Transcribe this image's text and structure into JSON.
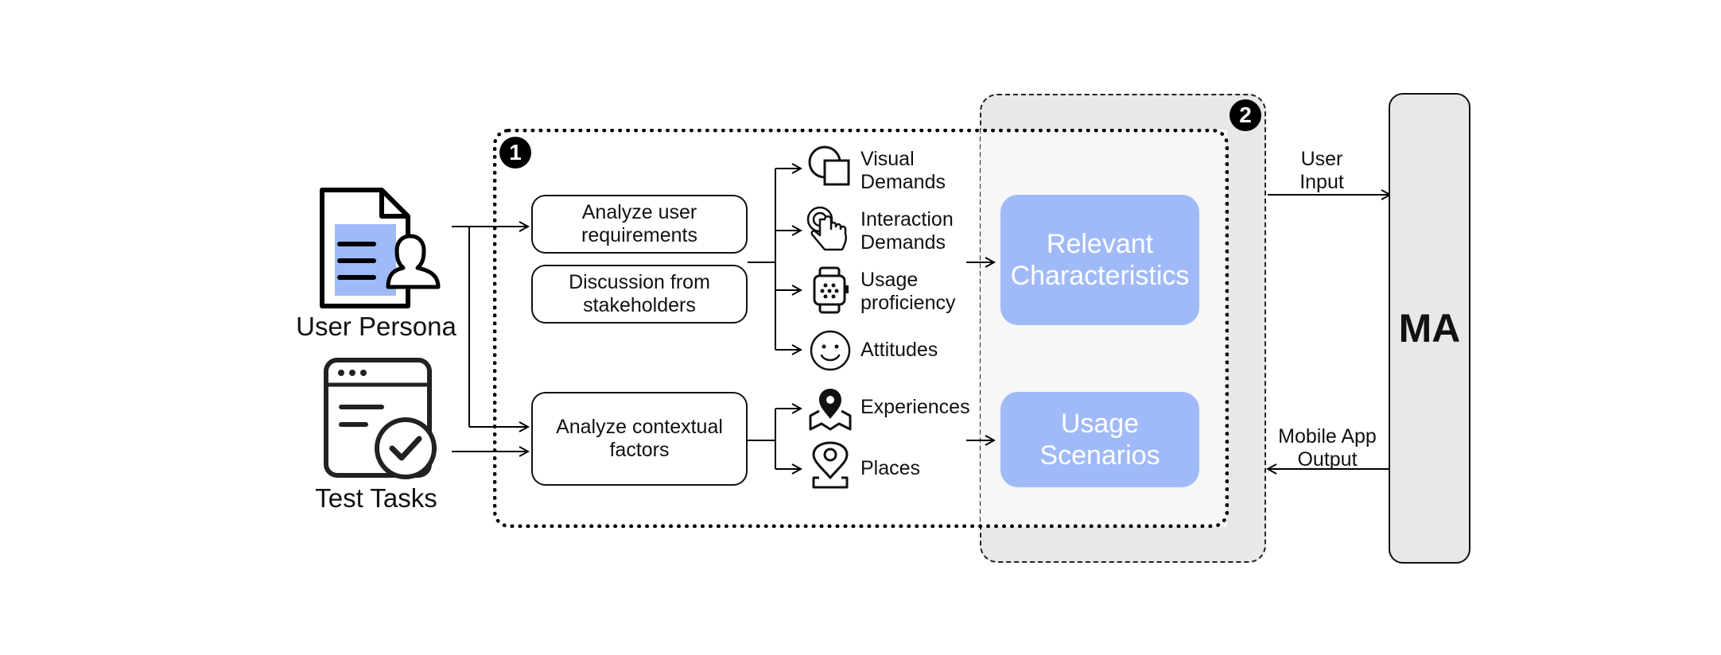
{
  "badges": {
    "one": "1",
    "two": "2"
  },
  "inputs": {
    "persona": "User Persona",
    "tasks": "Test Tasks"
  },
  "process": {
    "analyze_user": "Analyze user\nrequirements",
    "discussion": "Discussion from\nstakeholders",
    "analyze_context": "Analyze contextual\nfactors"
  },
  "characteristics": {
    "visual": "Visual\nDemands",
    "interaction": "Interaction\nDemands",
    "usage": "Usage\nproficiency",
    "attitudes": "Attitudes",
    "experiences": "Experiences",
    "places": "Places"
  },
  "outputs": {
    "relevant": "Relevant\nCharacteristics",
    "scenarios": "Usage\nScenarios"
  },
  "ma": {
    "label": "MA",
    "user_input": "User\nInput",
    "app_output": "Mobile App\nOutput"
  },
  "colors": {
    "accent": "#a0baf8",
    "panel": "#e8e8e8",
    "panel_inner": "#f7f7f7"
  }
}
